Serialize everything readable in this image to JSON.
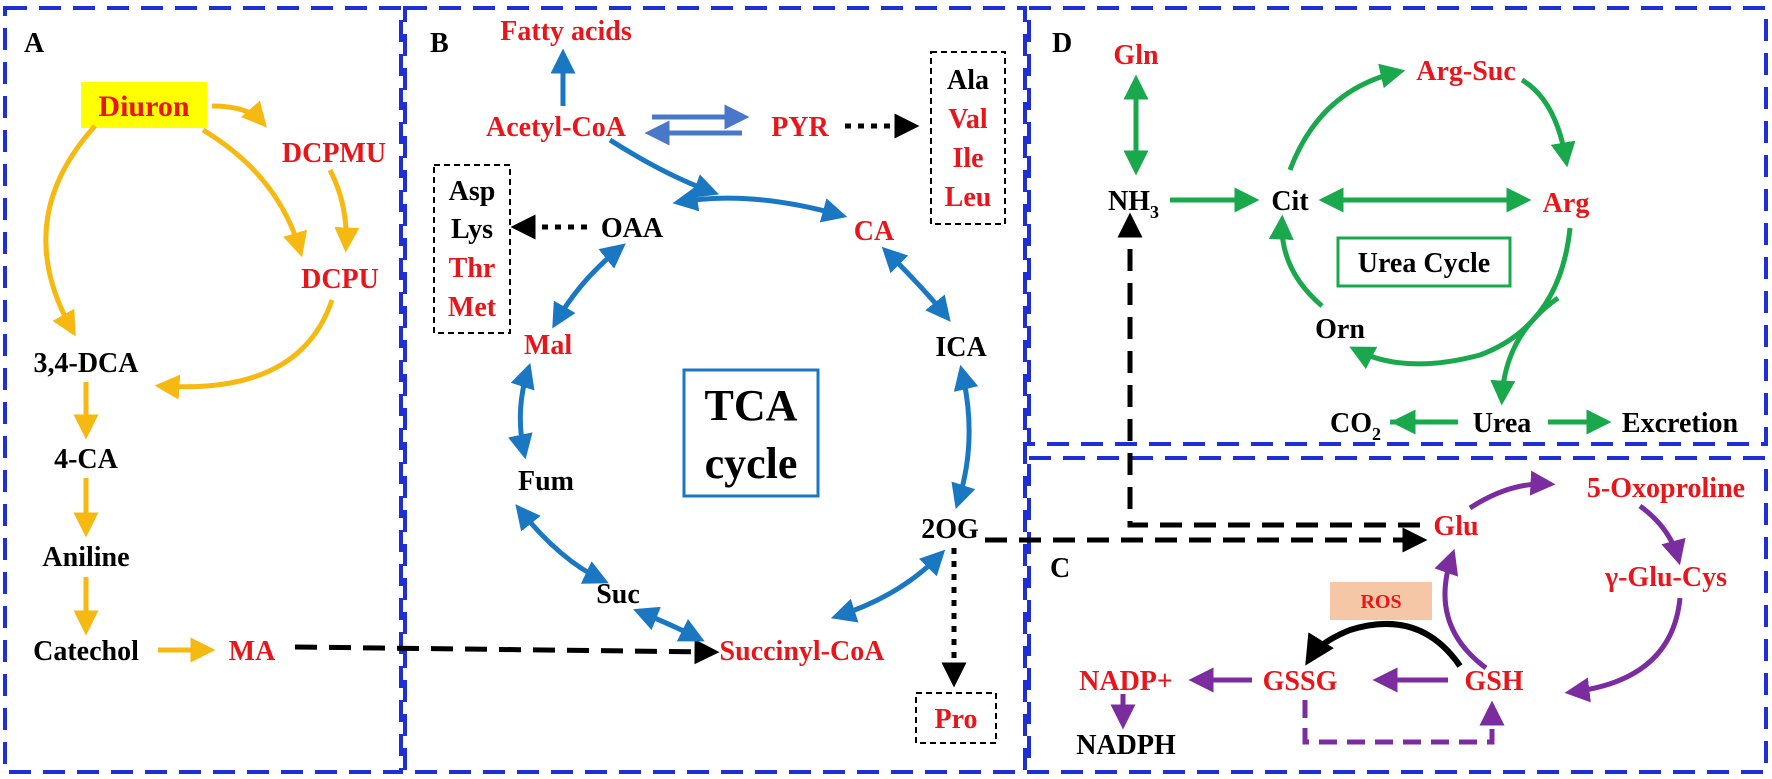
{
  "colors": {
    "panel_border": "#1f2fd8",
    "pathway_a": "#f6b911",
    "pathway_b": "#1a78c2",
    "pathway_d": "#1aa84c",
    "pathway_c": "#7b2da0",
    "node_red": "#e8161b",
    "node_black": "#000000",
    "highlight": "#ffff00",
    "ros_box": "#f6c7a6",
    "tca_box": "#1a78c2",
    "urea_box": "#1aa84c"
  },
  "panels": {
    "A": {
      "label": "A",
      "nodes": {
        "diuron": "Diuron",
        "dcpmu": "DCPMU",
        "dcpu": "DCPU",
        "dca34": "3,4-DCA",
        "ca4": "4-CA",
        "aniline": "Aniline",
        "catechol": "Catechol",
        "ma": "MA"
      }
    },
    "B": {
      "label": "B",
      "cycle_title_line1": "TCA",
      "cycle_title_line2": "cycle",
      "nodes": {
        "fatty_acids": "Fatty acids",
        "acetyl_coa": "Acetyl-CoA",
        "pyr": "PYR",
        "oaa": "OAA",
        "ca": "CA",
        "ica": "ICA",
        "og2": "2OG",
        "succinyl_coa": "Succinyl-CoA",
        "suc": "Suc",
        "fum": "Fum",
        "mal": "Mal",
        "pro": "Pro"
      },
      "aa_box_right": [
        "Ala",
        "Val",
        "Ile",
        "Leu"
      ],
      "aa_box_left": [
        "Asp",
        "Lys",
        "Thr",
        "Met"
      ]
    },
    "D": {
      "label": "D",
      "cycle_title": "Urea Cycle",
      "nodes": {
        "gln": "Gln",
        "nh3": "NH",
        "nh3_sub": "3",
        "cit": "Cit",
        "arg_suc": "Arg-Suc",
        "arg": "Arg",
        "orn": "Orn",
        "co2": "CO",
        "co2_sub": "2",
        "urea": "Urea",
        "excretion": "Excretion"
      }
    },
    "C": {
      "label": "C",
      "nodes": {
        "glu": "Glu",
        "oxoproline": "5-Oxoproline",
        "glu_cys": "γ-Glu-Cys",
        "gsh": "GSH",
        "gssg": "GSSG",
        "nadp_plus": "NADP+",
        "nadph": "NADPH",
        "ros": "ROS"
      }
    }
  }
}
